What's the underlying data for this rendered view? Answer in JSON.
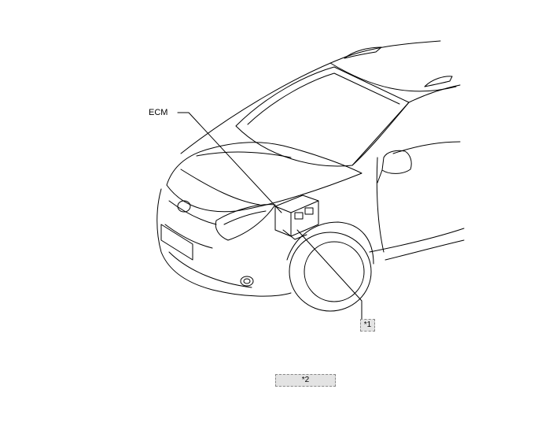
{
  "labels": {
    "ecm": "ECM",
    "callout_1": "*1",
    "callout_2": "*2"
  },
  "colors": {
    "line": "#000000",
    "callout_fill": "#e3e3e3",
    "callout_border": "#888888"
  }
}
